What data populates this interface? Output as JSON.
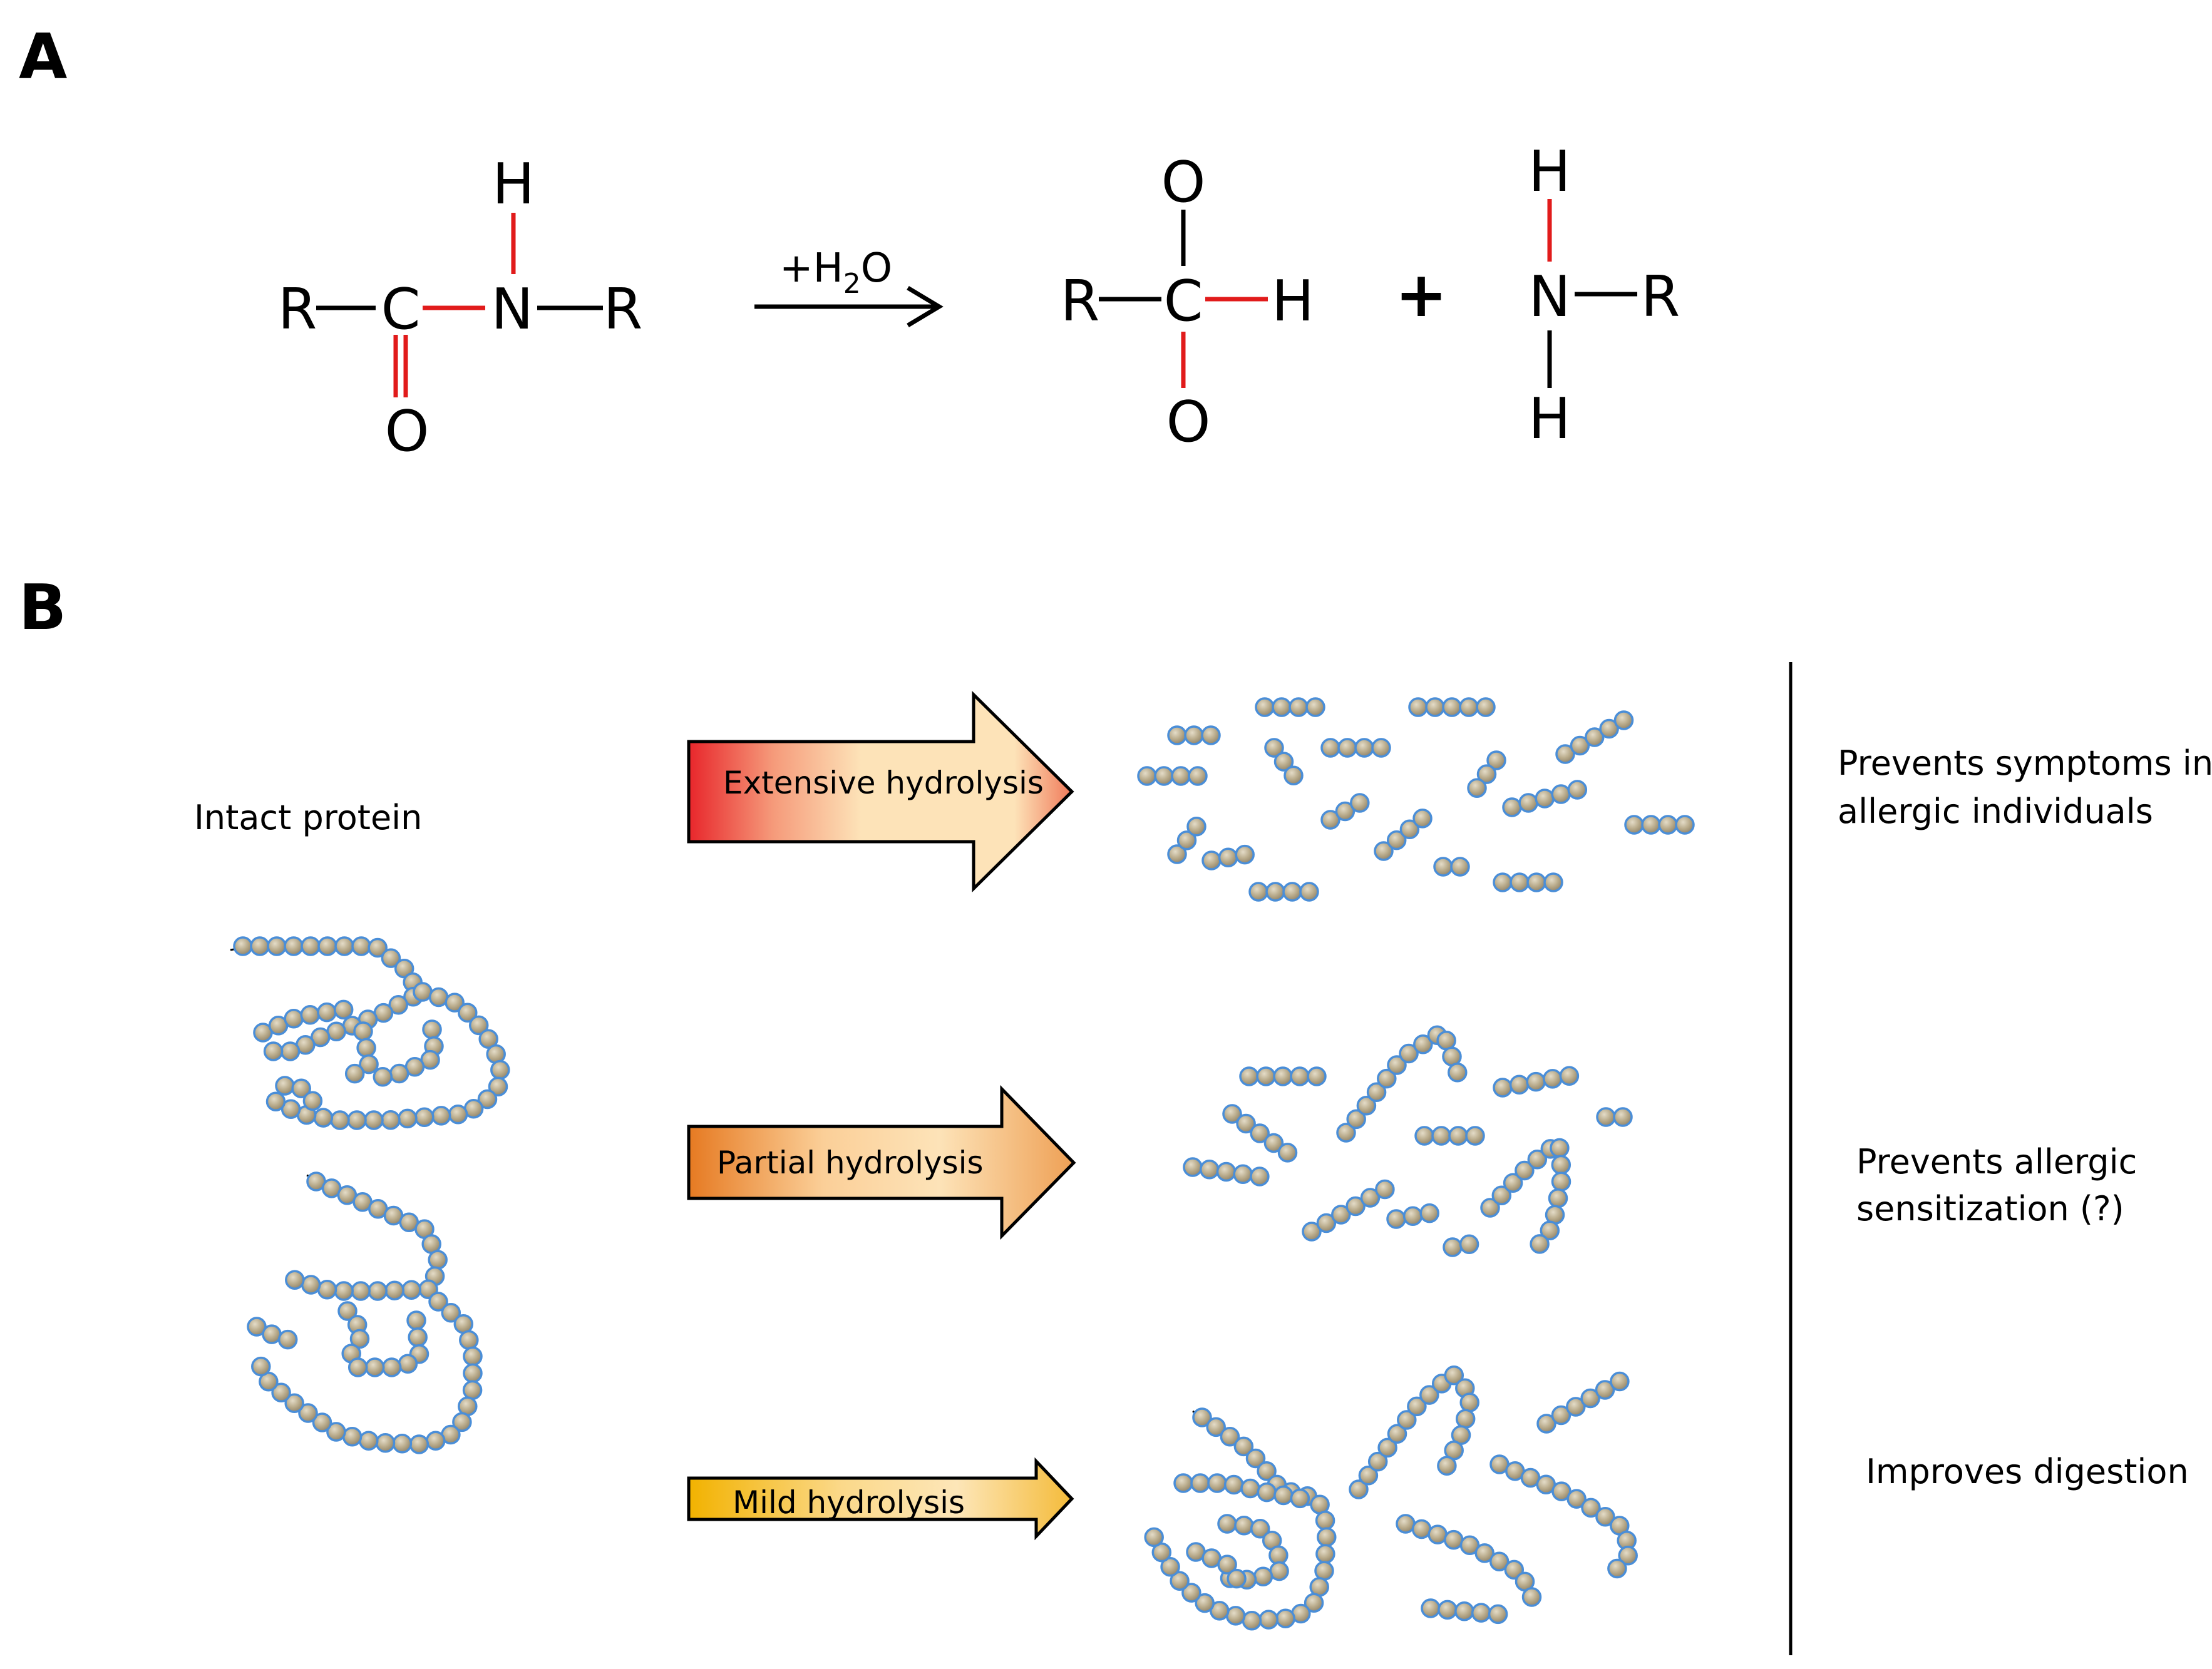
{
  "panels": {
    "a_label": "A",
    "b_label": "B"
  },
  "reaction": {
    "reactant": {
      "r_left": "R",
      "c": "C",
      "n": "N",
      "r_right": "R",
      "h": "H",
      "o": "O"
    },
    "reagent": {
      "prefix": "+H",
      "subscript": "2",
      "suffix": "O"
    },
    "product_acid": {
      "r": "R",
      "c": "C",
      "h": "H",
      "o_top": "O",
      "o_bottom": "O"
    },
    "plus": "+",
    "product_amine": {
      "h_top": "H",
      "n": "N",
      "r": "R",
      "h_bottom": "H"
    }
  },
  "diagram": {
    "intact_label": "Intact protein",
    "arrows": [
      {
        "label": "Extensive hydrolysis"
      },
      {
        "label": "Partial hydrolysis"
      },
      {
        "label": "Mild hydrolysis"
      }
    ],
    "outcomes": {
      "extensive": [
        "Prevents symptoms in",
        "allergic individuals"
      ],
      "partial": [
        "Prevents allergic",
        "sensitization (?)"
      ],
      "mild": [
        "Improves digestion"
      ]
    }
  },
  "colors": {
    "bond_red": "#e11b1b",
    "bead_fill": "#b8aa8a",
    "bead_outline": "#4a8ed8",
    "arrow_extensive": "#e8262b",
    "arrow_partial": "#e67a22",
    "arrow_mild": "#f2b200",
    "arrow_light": "#fde3b8"
  }
}
